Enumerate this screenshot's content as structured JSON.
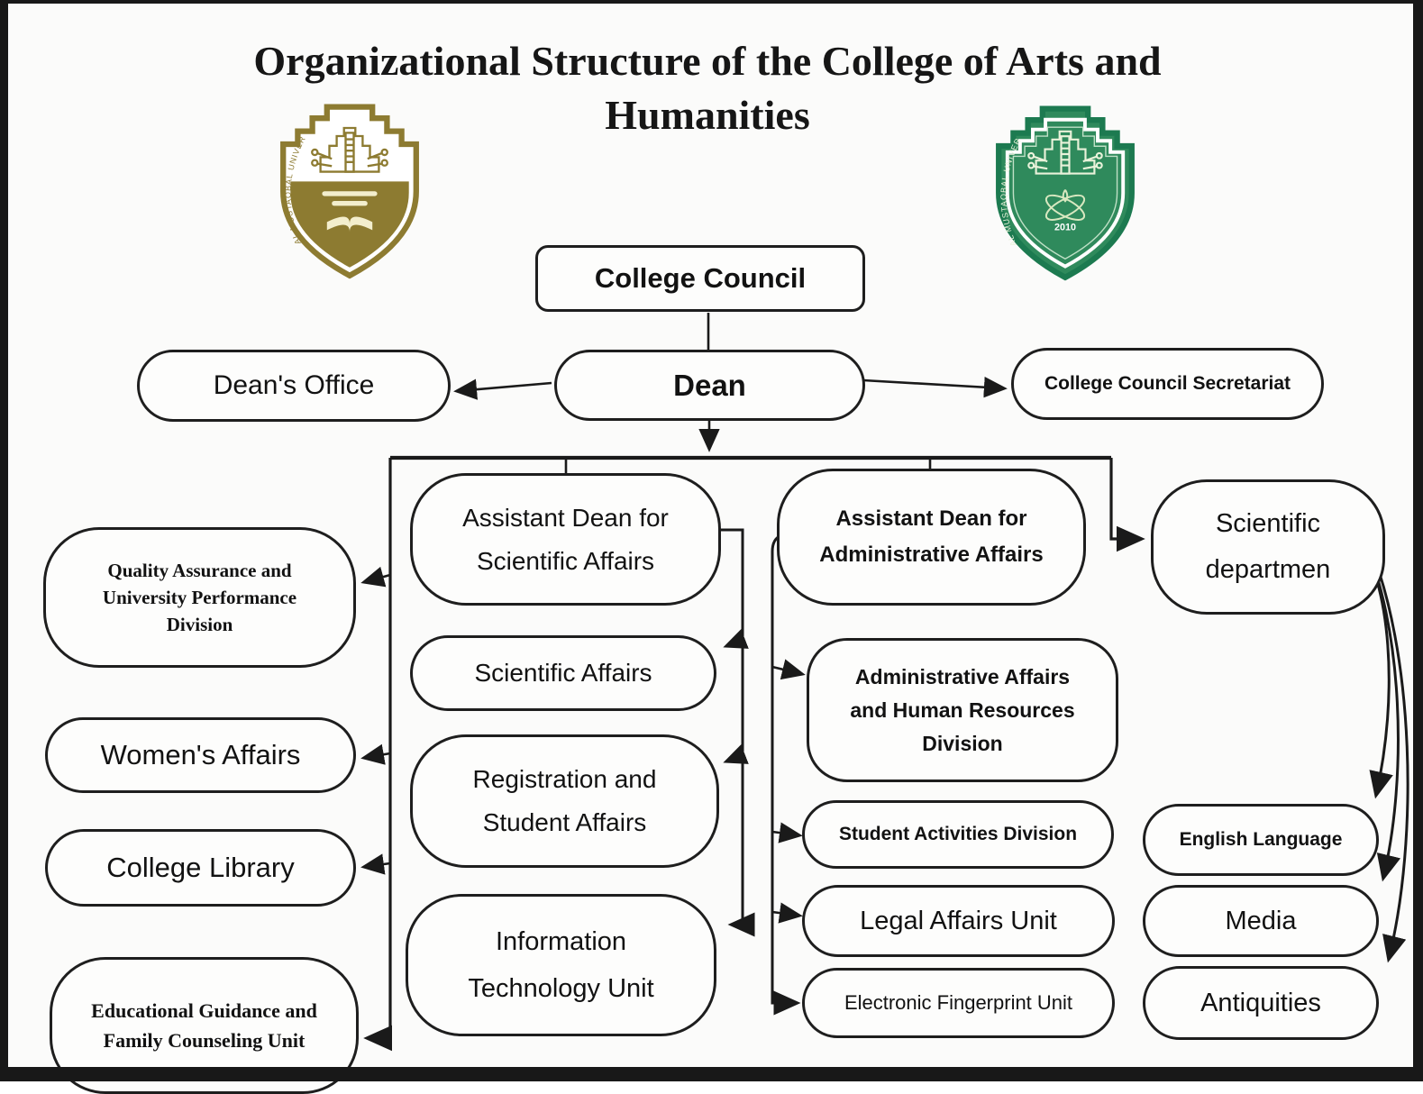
{
  "title": {
    "line1": "Organizational Structure of the College of Arts and",
    "line2": "Humanities"
  },
  "logos": {
    "left": {
      "name": "al-mustaqbal-university-emblem-gold",
      "university": "AL MUSTAQBAL UNIVERSITY",
      "color": "#8d7b31"
    },
    "right": {
      "name": "al-mustaqbal-university-emblem-green",
      "university": "AL MUSTAQBAL UNIVERSITY",
      "year": "2010",
      "color": "#1c7a50"
    }
  },
  "nodes": {
    "college_council": {
      "label": "College Council"
    },
    "dean": {
      "label": "Dean"
    },
    "deans_office": {
      "label": "Dean's Office"
    },
    "council_secretariat": {
      "label": "College Council Secretariat"
    },
    "asst_scientific": {
      "label": "Assistant Dean for Scientific Affairs"
    },
    "asst_admin": {
      "label": "Assistant Dean for Administrative Affairs"
    },
    "scientific_departments": {
      "label": "Scientific departmen"
    },
    "quality_assurance": {
      "label": "Quality Assurance and University Performance Division"
    },
    "womens_affairs": {
      "label": "Women's Affairs"
    },
    "college_library": {
      "label": "College Library"
    },
    "edu_guidance": {
      "label": "Educational Guidance and Family Counseling Unit"
    },
    "scientific_affairs": {
      "label": "Scientific Affairs"
    },
    "registration": {
      "label": "Registration and Student Affairs"
    },
    "it_unit": {
      "label": "Information Technology Unit"
    },
    "admin_hr": {
      "label": "Administrative Affairs and Human Resources Division"
    },
    "student_activities": {
      "label": "Student Activities Division"
    },
    "legal_affairs": {
      "label": "Legal Affairs Unit"
    },
    "fingerprint": {
      "label": "Electronic Fingerprint Unit"
    },
    "english_language": {
      "label": "English Language"
    },
    "media": {
      "label": "Media"
    },
    "antiquities": {
      "label": "Antiquities"
    }
  },
  "edges": [
    {
      "from": "college_council",
      "to": "dean"
    },
    {
      "from": "dean",
      "to": "deans_office"
    },
    {
      "from": "dean",
      "to": "council_secretariat"
    },
    {
      "from": "dean",
      "to": "asst_scientific"
    },
    {
      "from": "dean",
      "to": "asst_admin"
    },
    {
      "from": "dean",
      "to": "scientific_departments"
    },
    {
      "from": "dean",
      "to": "quality_assurance"
    },
    {
      "from": "dean",
      "to": "womens_affairs"
    },
    {
      "from": "dean",
      "to": "college_library"
    },
    {
      "from": "dean",
      "to": "edu_guidance"
    },
    {
      "from": "asst_scientific",
      "to": "scientific_affairs"
    },
    {
      "from": "asst_scientific",
      "to": "registration"
    },
    {
      "from": "asst_scientific",
      "to": "it_unit"
    },
    {
      "from": "asst_admin",
      "to": "admin_hr"
    },
    {
      "from": "asst_admin",
      "to": "student_activities"
    },
    {
      "from": "asst_admin",
      "to": "legal_affairs"
    },
    {
      "from": "asst_admin",
      "to": "fingerprint"
    },
    {
      "from": "scientific_departments",
      "to": "english_language"
    },
    {
      "from": "scientific_departments",
      "to": "media"
    },
    {
      "from": "scientific_departments",
      "to": "antiquities"
    }
  ],
  "frame_color": "#181818"
}
